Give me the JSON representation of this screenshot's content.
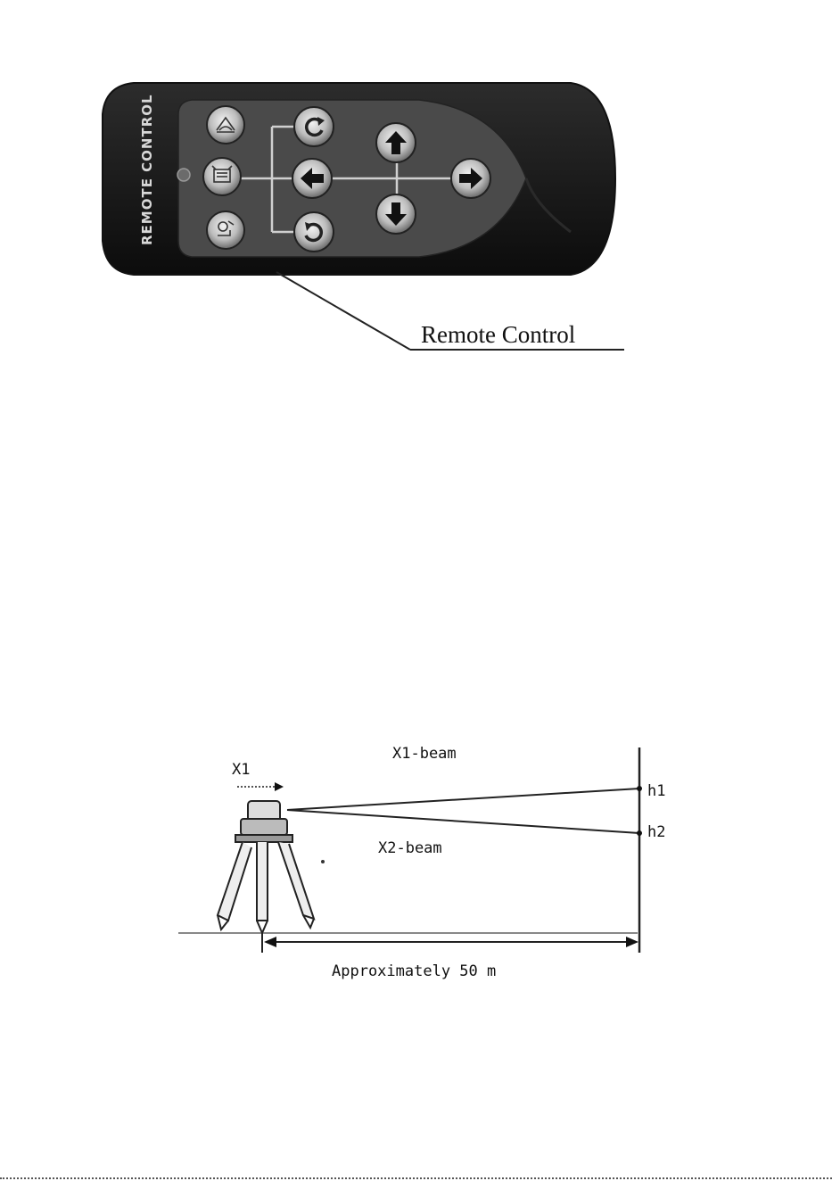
{
  "remote_figure": {
    "device_label": "REMOTE CONTROL",
    "callout_label": "Remote Control",
    "buttons": [
      {
        "name": "scan-mode-button",
        "icon": "fan-beam-icon"
      },
      {
        "name": "line-mode-button",
        "icon": "line-scan-icon"
      },
      {
        "name": "rotation-speed-button",
        "icon": "speed-icon"
      },
      {
        "name": "rotate-clockwise-button",
        "icon": "rotate-clockwise-icon"
      },
      {
        "name": "left-button",
        "icon": "arrow-left-icon"
      },
      {
        "name": "rotate-counterclockwise-button",
        "icon": "rotate-counterclockwise-icon"
      },
      {
        "name": "up-button",
        "icon": "arrow-up-icon"
      },
      {
        "name": "right-button",
        "icon": "arrow-right-icon"
      },
      {
        "name": "down-button",
        "icon": "arrow-down-icon"
      }
    ]
  },
  "leveling_figure": {
    "x1_label": "X1",
    "x1_beam_label": "X1-beam",
    "x2_beam_label": "X2-beam",
    "h1_label": "h1",
    "h2_label": "h2",
    "distance_label": "Approximately 50 m"
  }
}
